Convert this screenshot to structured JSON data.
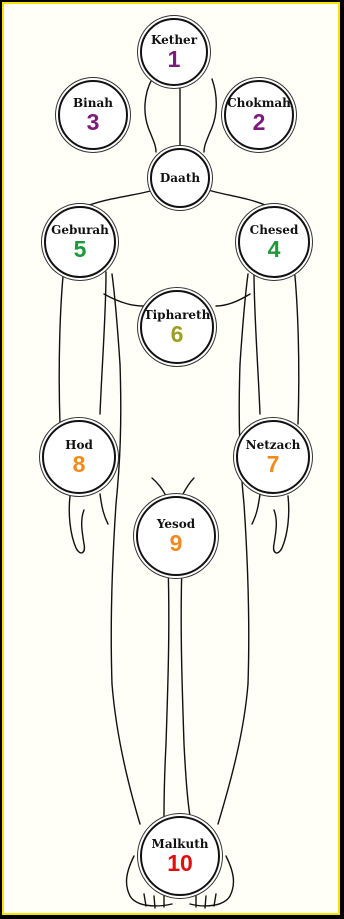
{
  "colors": {
    "border": "#f5e500",
    "background": "#fffff8",
    "purple": "#7b1a7b",
    "green": "#1a9a3a",
    "olive": "#9aa020",
    "orange": "#f08a1a",
    "red": "#e01010"
  },
  "sephiroth": [
    {
      "name": "Kether",
      "number": "1",
      "color": "#7b1a7b"
    },
    {
      "name": "Chokmah",
      "number": "2",
      "color": "#7b1a7b"
    },
    {
      "name": "Binah",
      "number": "3",
      "color": "#7b1a7b"
    },
    {
      "name": "Daath",
      "number": "",
      "color": "#111111"
    },
    {
      "name": "Chesed",
      "number": "4",
      "color": "#1a9a3a"
    },
    {
      "name": "Geburah",
      "number": "5",
      "color": "#1a9a3a"
    },
    {
      "name": "Tiphareth",
      "number": "6",
      "color": "#9aa020"
    },
    {
      "name": "Netzach",
      "number": "7",
      "color": "#f08a1a"
    },
    {
      "name": "Hod",
      "number": "8",
      "color": "#f08a1a"
    },
    {
      "name": "Yesod",
      "number": "9",
      "color": "#f08a1a"
    },
    {
      "name": "Malkuth",
      "number": "10",
      "color": "#e01010"
    }
  ]
}
